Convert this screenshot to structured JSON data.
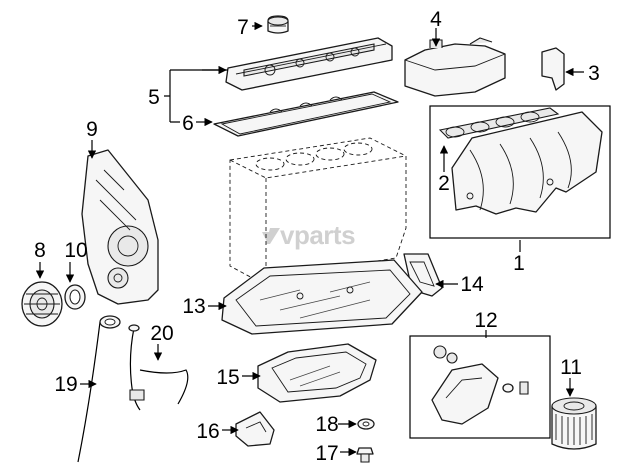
{
  "watermark": {
    "text": "vparts"
  },
  "callouts": {
    "c1": "1",
    "c2": "2",
    "c3": "3",
    "c4": "4",
    "c5": "5",
    "c6": "6",
    "c7": "7",
    "c8": "8",
    "c9": "9",
    "c10": "10",
    "c11": "11",
    "c12": "12",
    "c13": "13",
    "c14": "14",
    "c15": "15",
    "c16": "16",
    "c17": "17",
    "c18": "18",
    "c19": "19",
    "c20": "20"
  }
}
